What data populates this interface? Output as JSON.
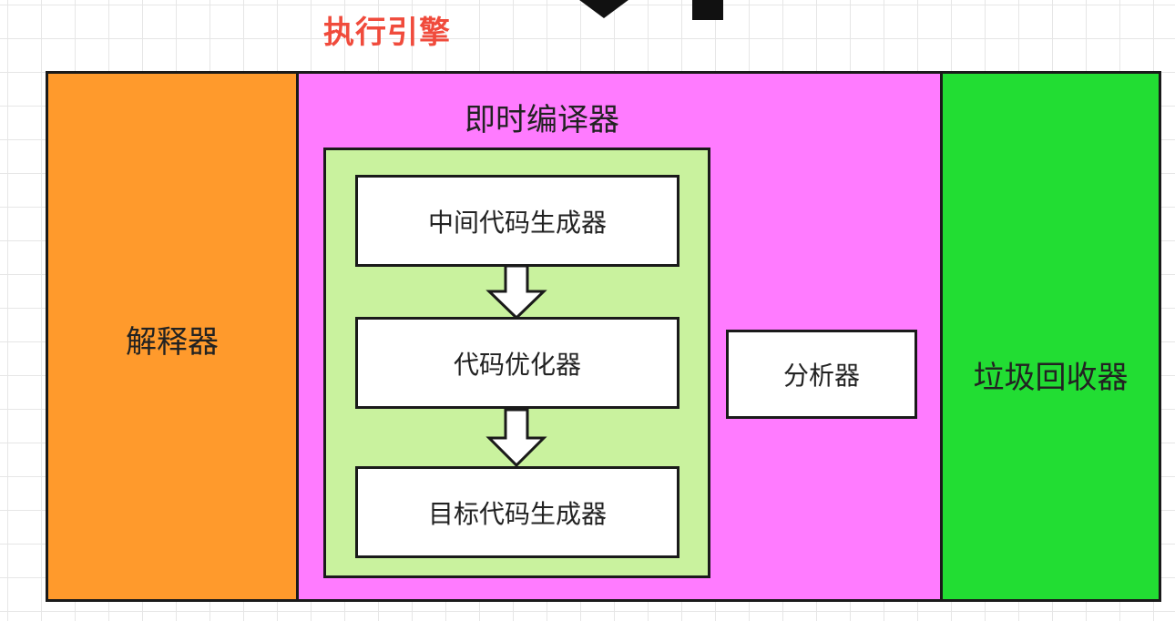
{
  "diagram": {
    "title": "执行引擎",
    "interpreter": {
      "label": "解释器",
      "color": "#ff9a2c"
    },
    "jit_compiler": {
      "label": "即时编译器",
      "color": "#ff7bff",
      "pipeline": [
        {
          "label": "中间代码生成器"
        },
        {
          "label": "代码优化器"
        },
        {
          "label": "目标代码生成器"
        }
      ],
      "pipeline_group_color": "#c9f29e",
      "analyzer": {
        "label": "分析器"
      }
    },
    "garbage_collector": {
      "label": "垃圾回收器",
      "color": "#22dd33"
    },
    "title_color": "#f04b3c"
  }
}
